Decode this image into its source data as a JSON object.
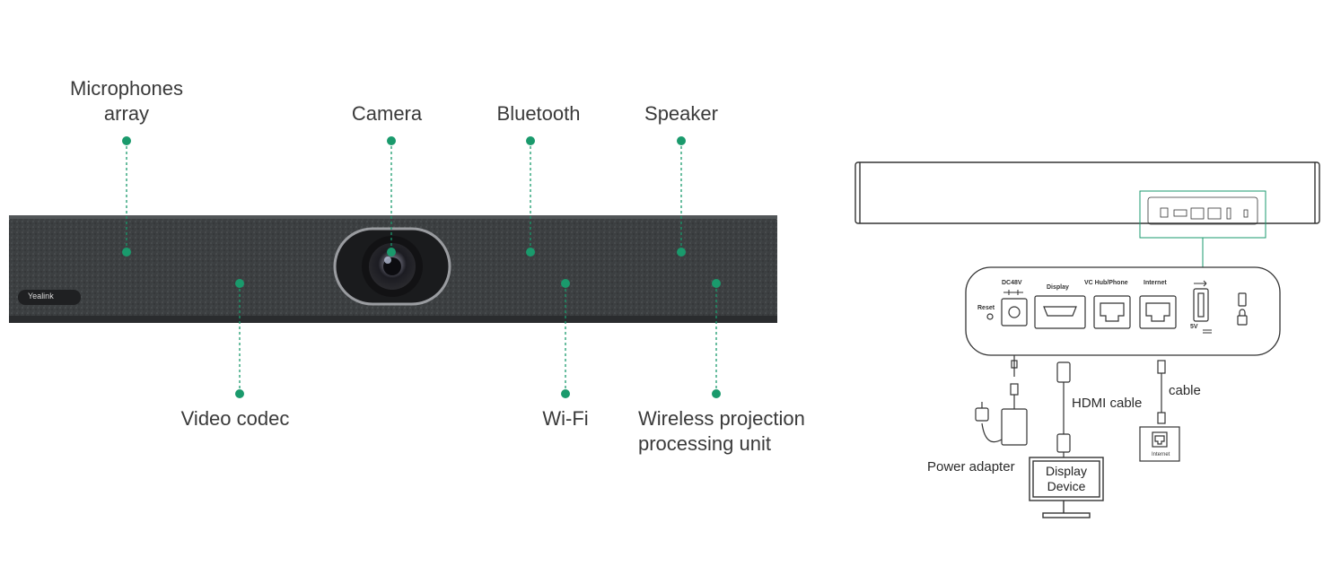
{
  "device": {
    "brand": "Yealink"
  },
  "callouts": {
    "microphones": "Microphones\narray",
    "camera": "Camera",
    "bluetooth": "Bluetooth",
    "speaker": "Speaker",
    "video_codec": "Video codec",
    "wifi": "Wi-Fi",
    "wireless_projection": "Wireless projection\nprocessing unit"
  },
  "ports": {
    "reset": "Reset",
    "dc48v": "DC48V",
    "display": "Display",
    "vc_hub_phone": "VC Hub/Phone",
    "internet": "Internet",
    "usb_5v": "5V"
  },
  "connections": {
    "power_adapter": "Power adapter",
    "hdmi_cable": "HDMI cable",
    "cable": "cable",
    "display_device": "Display\nDevice",
    "internet_socket": "Internet"
  },
  "colors": {
    "accent": "#1a9a6c",
    "device_body": "#3b3e40",
    "line": "#555555"
  }
}
